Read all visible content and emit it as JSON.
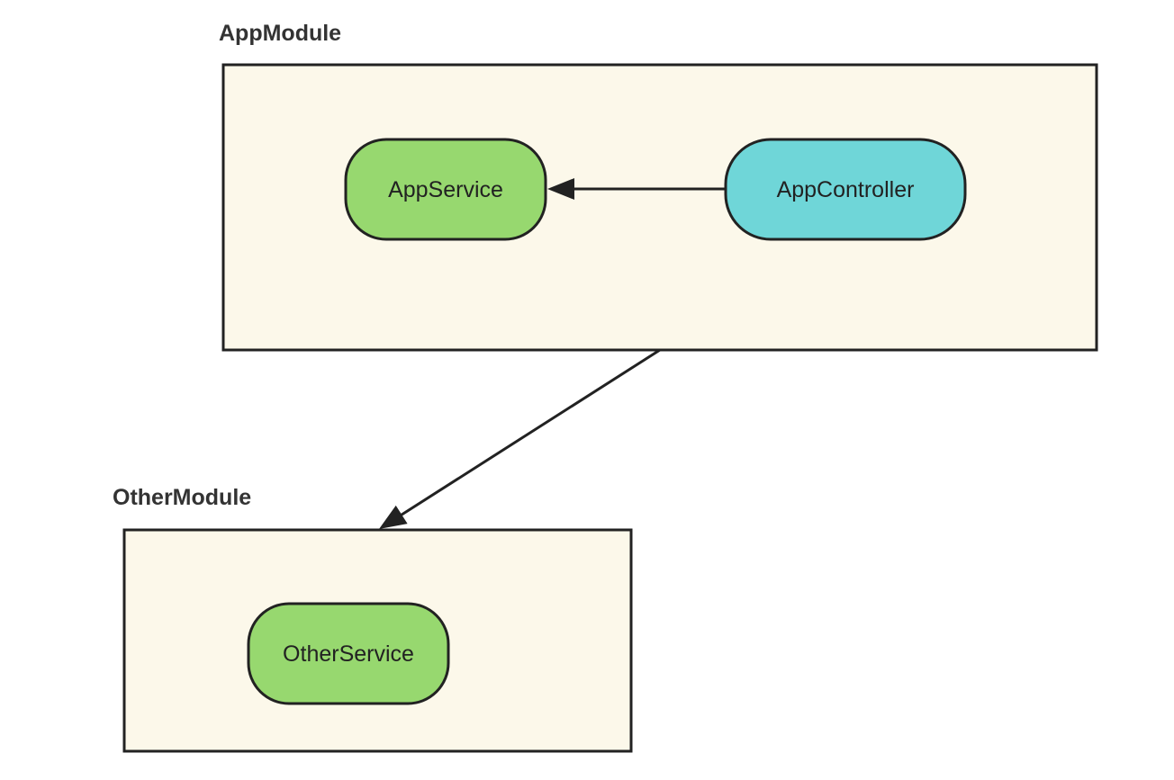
{
  "modules": {
    "app": {
      "label": "AppModule"
    },
    "other": {
      "label": "OtherModule"
    }
  },
  "nodes": {
    "app_service": {
      "label": "AppService",
      "color": "#97d86f"
    },
    "app_controller": {
      "label": "AppController",
      "color": "#6fd6d8"
    },
    "other_service": {
      "label": "OtherService",
      "color": "#97d86f"
    }
  },
  "colors": {
    "module_fill": "#fcf8ea",
    "stroke": "#222222",
    "module_label": "#333333"
  },
  "edges": [
    {
      "from": "AppController",
      "to": "AppService"
    },
    {
      "from": "AppModule",
      "to": "OtherModule"
    }
  ]
}
